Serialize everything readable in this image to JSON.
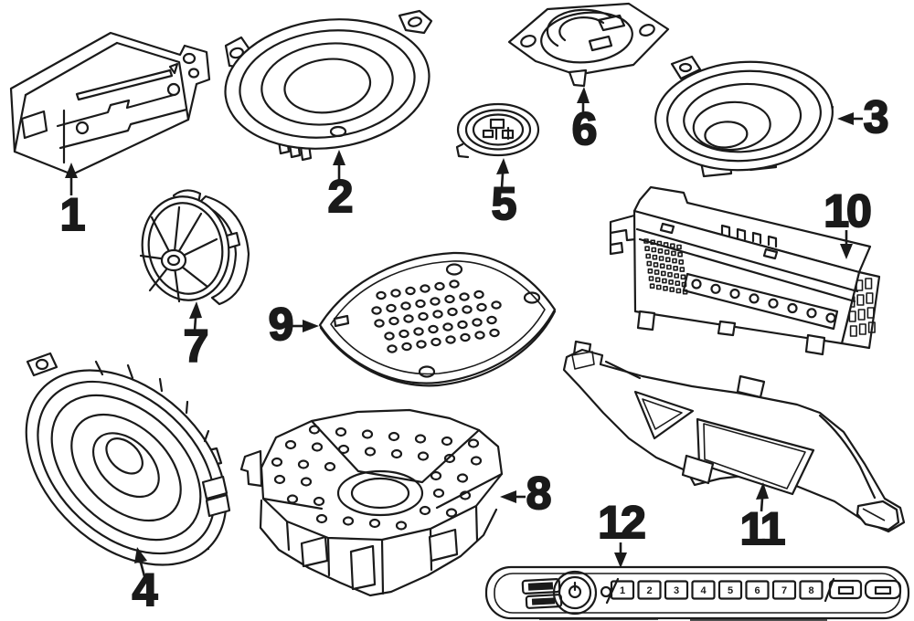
{
  "diagram": {
    "background_color": "#ffffff",
    "line_color": "#1a1a1a",
    "callouts": [
      {
        "number": "1",
        "part": "radio-receiver-unit"
      },
      {
        "number": "2",
        "part": "round-door-speaker"
      },
      {
        "number": "3",
        "part": "round-door-speaker-angled"
      },
      {
        "number": "4",
        "part": "large-oval-woofer"
      },
      {
        "number": "5",
        "part": "small-tweeter"
      },
      {
        "number": "6",
        "part": "tweeter-with-mounting-plate"
      },
      {
        "number": "7",
        "part": "speaker-basket-rear"
      },
      {
        "number": "8",
        "part": "subwoofer-enclosure"
      },
      {
        "number": "9",
        "part": "perforated-speaker-grille"
      },
      {
        "number": "10",
        "part": "amplifier-module"
      },
      {
        "number": "11",
        "part": "mounting-bracket-trim"
      },
      {
        "number": "12",
        "part": "radio-control-face-panel"
      }
    ],
    "control_panel": {
      "preset_buttons": [
        "1",
        "2",
        "3",
        "4",
        "5",
        "6",
        "7",
        "8"
      ]
    }
  }
}
